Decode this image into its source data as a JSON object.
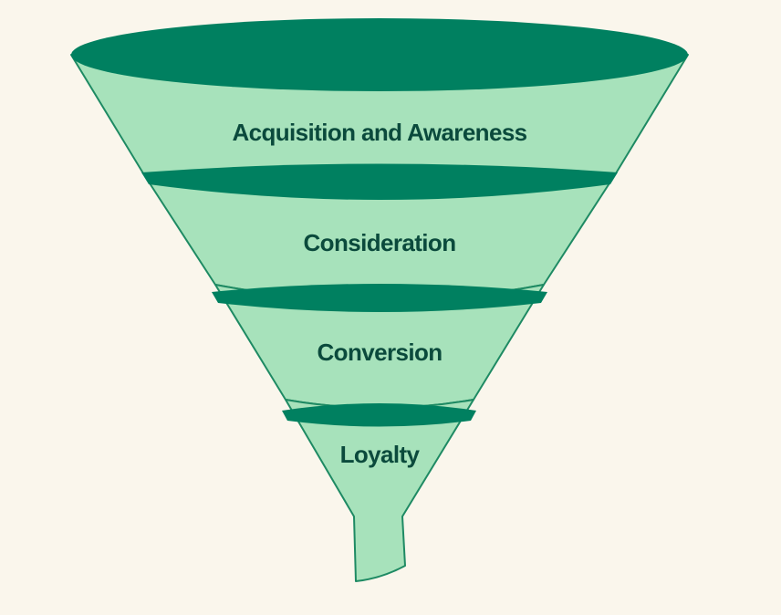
{
  "diagram": {
    "type": "funnel",
    "colors": {
      "background": "#FAF6EC",
      "band_fill": "#A7E2BB",
      "rim": "#008060",
      "outline": "#1E8A63",
      "label": "#0B4A3C"
    },
    "stages": [
      {
        "label": "Acquisition and Awareness"
      },
      {
        "label": "Consideration"
      },
      {
        "label": "Conversion"
      },
      {
        "label": "Loyalty"
      }
    ]
  }
}
